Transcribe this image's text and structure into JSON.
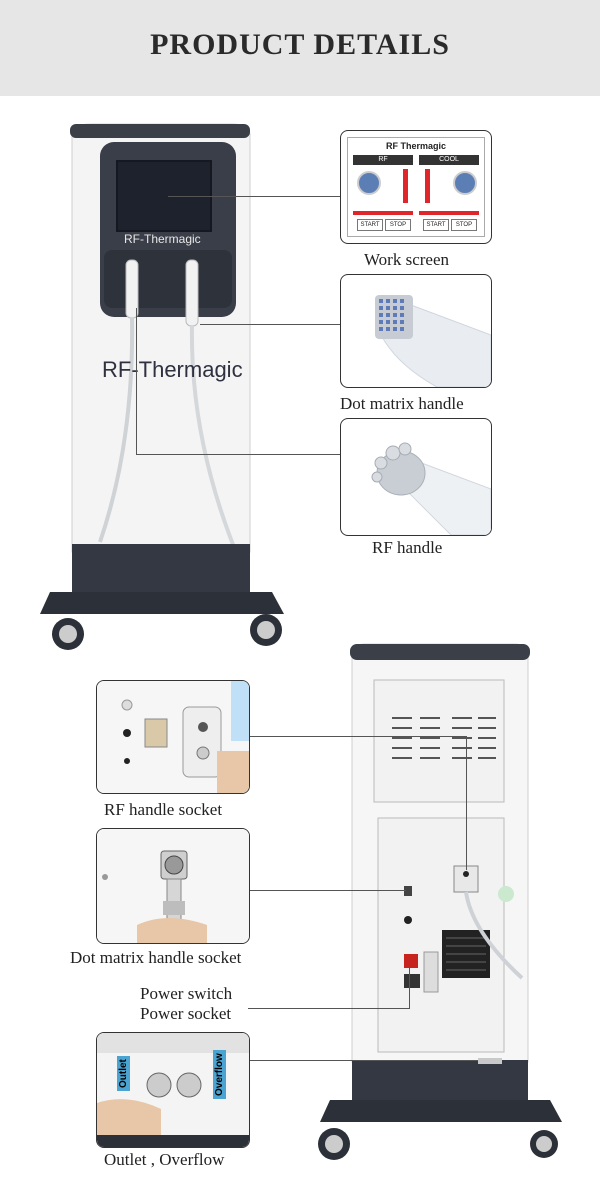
{
  "header": {
    "title": "PRODUCT DETAILS"
  },
  "machine": {
    "screen_brand": "RF-Thermagic",
    "body_brand": "RF-Thermagic"
  },
  "work_screen_ui": {
    "title": "RF Thermagic",
    "left_panel": "RF",
    "right_panel": "COOL",
    "start": "START",
    "stop": "STOP"
  },
  "top_callouts": [
    {
      "label": "Work screen"
    },
    {
      "label": "Dot matrix handle"
    },
    {
      "label": "RF handle"
    }
  ],
  "bottom_callouts": [
    {
      "label": "RF handle socket"
    },
    {
      "label": "Dot matrix handle socket"
    },
    {
      "label": "Power switch"
    },
    {
      "label": "Power socket"
    },
    {
      "label": "Outlet , Overflow"
    }
  ],
  "outlet_labels": {
    "left": "Outlet",
    "right": "Overflow"
  },
  "colors": {
    "header_bg": "#e6e6e6",
    "machine_dark": "#3a3f4a",
    "accent_red": "#e0262b",
    "screen_blue": "#3d5a8a"
  }
}
